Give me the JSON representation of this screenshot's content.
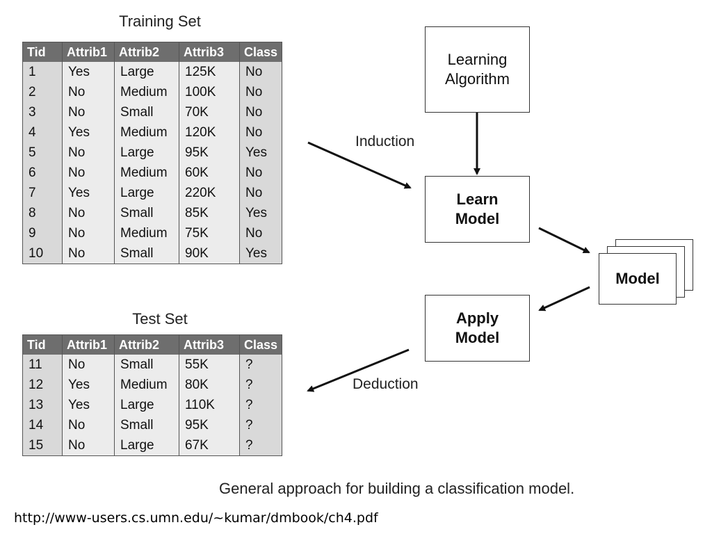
{
  "training_set": {
    "title": "Training Set",
    "headers": [
      "Tid",
      "Attrib1",
      "Attrib2",
      "Attrib3",
      "Class"
    ],
    "rows": [
      [
        "1",
        "Yes",
        "Large",
        "125K",
        "No"
      ],
      [
        "2",
        "No",
        "Medium",
        "100K",
        "No"
      ],
      [
        "3",
        "No",
        "Small",
        "70K",
        "No"
      ],
      [
        "4",
        "Yes",
        "Medium",
        "120K",
        "No"
      ],
      [
        "5",
        "No",
        "Large",
        "95K",
        "Yes"
      ],
      [
        "6",
        "No",
        "Medium",
        "60K",
        "No"
      ],
      [
        "7",
        "Yes",
        "Large",
        "220K",
        "No"
      ],
      [
        "8",
        "No",
        "Small",
        "85K",
        "Yes"
      ],
      [
        "9",
        "No",
        "Medium",
        "75K",
        "No"
      ],
      [
        "10",
        "No",
        "Small",
        "90K",
        "Yes"
      ]
    ]
  },
  "test_set": {
    "title": "Test Set",
    "headers": [
      "Tid",
      "Attrib1",
      "Attrib2",
      "Attrib3",
      "Class"
    ],
    "rows": [
      [
        "11",
        "No",
        "Small",
        "55K",
        "?"
      ],
      [
        "12",
        "Yes",
        "Medium",
        "80K",
        "?"
      ],
      [
        "13",
        "Yes",
        "Large",
        "110K",
        "?"
      ],
      [
        "14",
        "No",
        "Small",
        "95K",
        "?"
      ],
      [
        "15",
        "No",
        "Large",
        "67K",
        "?"
      ]
    ]
  },
  "boxes": {
    "learning_algorithm": [
      "Learning",
      "Algorithm"
    ],
    "learn_model": [
      "Learn",
      "Model"
    ],
    "model": "Model",
    "apply_model": [
      "Apply",
      "Model"
    ]
  },
  "edge_labels": {
    "induction": "Induction",
    "deduction": "Deduction"
  },
  "caption": "General approach for building a classification model.",
  "source_url": "http://www-users.cs.umn.edu/~kumar/dmbook/ch4.pdf",
  "colors": {
    "header_bg": "#6e6e6e",
    "cell_bg": "#ececec",
    "shade_bg": "#d9d9d9"
  }
}
